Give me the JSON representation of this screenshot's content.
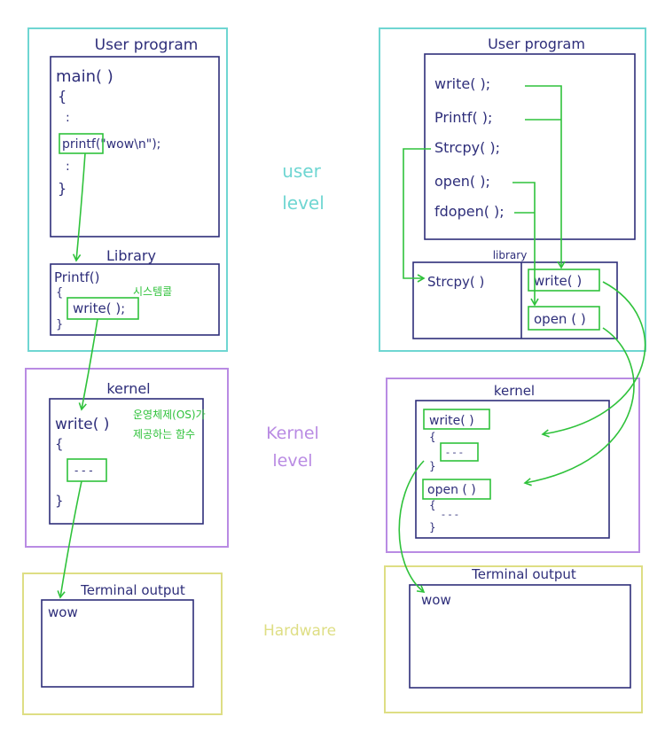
{
  "colors": {
    "ink": "#2e2e7a",
    "user": "#6fd6d2",
    "kernel": "#b98be3",
    "hardware": "#dede84",
    "highlight": "#2fc23b"
  },
  "side_labels": {
    "user": [
      "user",
      "level"
    ],
    "kernel": [
      "Kernel",
      "level"
    ],
    "hardware": "Hardware"
  },
  "left": {
    "user_program": {
      "title": "User program",
      "lines": [
        "main( )",
        "{",
        ":",
        "printf(\"wow\\n\");",
        ":",
        "}"
      ]
    },
    "library": {
      "title": "Library",
      "lines": [
        "Printf()",
        "{",
        "write( );",
        "}"
      ],
      "note": "시스템콜"
    },
    "kernel": {
      "title": "kernel",
      "lines": [
        "write( )",
        "{",
        "- - -",
        "}"
      ],
      "note": [
        "운영체제(OS)가",
        "제공하는 함수"
      ]
    },
    "terminal": {
      "title": "Terminal output",
      "text": "wow"
    }
  },
  "right": {
    "user_program": {
      "title": "User program",
      "lines": [
        "write( );",
        "Printf( );",
        "Strcpy( );",
        "open( );",
        "fdopen( );"
      ]
    },
    "library": {
      "title": "library",
      "items": [
        "Strcpy( )",
        "write( )",
        "open ( )"
      ]
    },
    "kernel": {
      "title": "kernel",
      "lines": [
        "write( )",
        "{",
        "- - -",
        "}",
        "open ( )",
        "{",
        "- - -",
        "}"
      ]
    },
    "terminal": {
      "title": "Terminal output",
      "text": "wow"
    }
  }
}
